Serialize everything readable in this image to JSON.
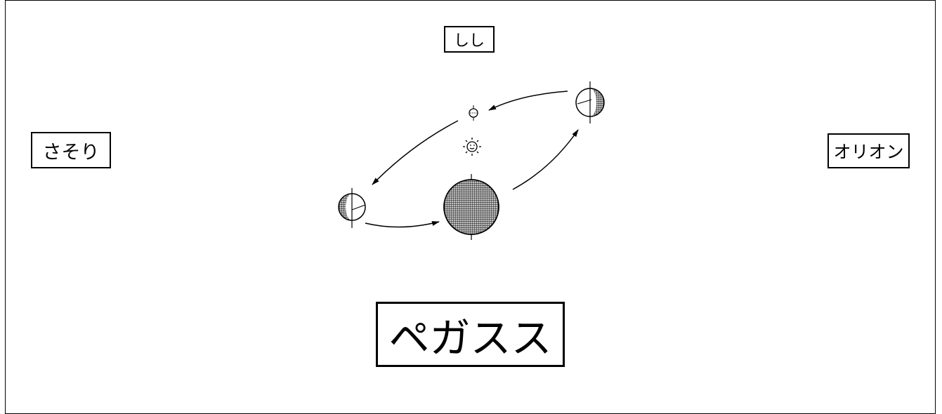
{
  "labels": {
    "top": "しし",
    "left": "さそり",
    "right": "オリオン",
    "bottom": "ペガスス"
  },
  "diagram": {
    "central_body": "sun",
    "orbiting_body": "planet",
    "orbit_direction": "counterclockwise",
    "phase_positions": [
      "top-right",
      "top-left-small",
      "left",
      "bottom-large"
    ],
    "stroke_color": "#000000"
  }
}
